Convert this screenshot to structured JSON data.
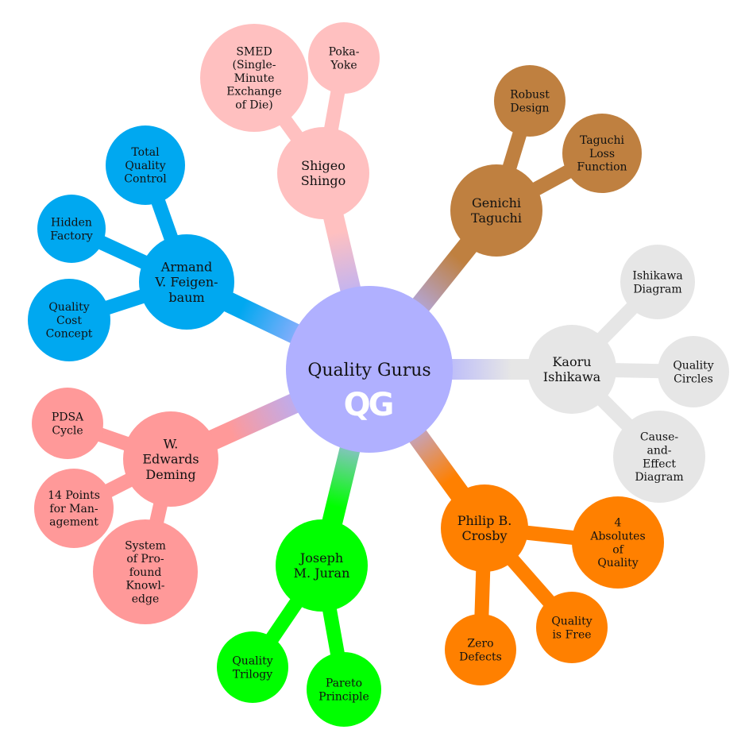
{
  "center": {
    "title": "Quality Gurus",
    "logo_text": "QG",
    "color": "#b0b0ff"
  },
  "gurus": [
    {
      "name": [
        "Shigeo",
        "Shingo"
      ],
      "color": "#ffc0c0",
      "children": [
        {
          "label": [
            "SMED",
            "(Single-",
            "Minute",
            "Exchange",
            "of Die)"
          ]
        },
        {
          "label": [
            "Poka-",
            "Yoke"
          ]
        }
      ]
    },
    {
      "name": [
        "Genichi",
        "Taguchi"
      ],
      "color": "#bf8040",
      "children": [
        {
          "label": [
            "Robust",
            "Design"
          ]
        },
        {
          "label": [
            "Taguchi",
            "Loss",
            "Function"
          ]
        }
      ]
    },
    {
      "name": [
        "Armand",
        "V. Feigen-",
        "baum"
      ],
      "color": "#00a8f0",
      "children": [
        {
          "label": [
            "Total",
            "Quality",
            "Control"
          ]
        },
        {
          "label": [
            "Hidden",
            "Factory"
          ]
        },
        {
          "label": [
            "Quality",
            "Cost",
            "Concept"
          ]
        }
      ]
    },
    {
      "name": [
        "Kaoru",
        "Ishikawa"
      ],
      "color": "#e6e6e6",
      "children": [
        {
          "label": [
            "Ishikawa",
            "Diagram"
          ]
        },
        {
          "label": [
            "Quality",
            "Circles"
          ]
        },
        {
          "label": [
            "Cause-",
            "and-",
            "Effect",
            "Diagram"
          ]
        }
      ]
    },
    {
      "name": [
        "W.",
        "Edwards",
        "Deming"
      ],
      "color": "#ff9999",
      "children": [
        {
          "label": [
            "PDSA",
            "Cycle"
          ]
        },
        {
          "label": [
            "14 Points",
            "for Man-",
            "agement"
          ]
        },
        {
          "label": [
            "System",
            "of Pro-",
            "found",
            "Knowl-",
            "edge"
          ]
        }
      ]
    },
    {
      "name": [
        "Joseph",
        "M. Juran"
      ],
      "color": "#00ff00",
      "children": [
        {
          "label": [
            "Quality",
            "Trilogy"
          ]
        },
        {
          "label": [
            "Pareto",
            "Principle"
          ]
        }
      ]
    },
    {
      "name": [
        "Philip B.",
        "Crosby"
      ],
      "color": "#ff8000",
      "children": [
        {
          "label": [
            "4",
            "Absolutes",
            "of",
            "Quality"
          ]
        },
        {
          "label": [
            "Quality",
            "is Free"
          ]
        },
        {
          "label": [
            "Zero",
            "Defects"
          ]
        }
      ]
    }
  ]
}
